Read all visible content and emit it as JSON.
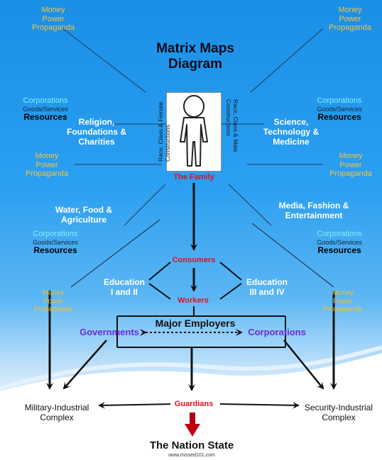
{
  "title": [
    "Matrix Maps",
    "Diagram"
  ],
  "mpp": {
    "line1": "Money",
    "line2": "Power",
    "line3": "Propaganda"
  },
  "cgr": {
    "corporations": "Corporations",
    "goods": "Goods/Services",
    "resources": "Resources"
  },
  "religion": [
    "Religion,",
    "Foundations &",
    "Charities"
  ],
  "science": [
    "Science,",
    "Technology &",
    "Medicine"
  ],
  "water": [
    "Water, Food &",
    "Agriculture"
  ],
  "media": [
    "Media, Fashion &",
    "Entertainment"
  ],
  "vertical_left": [
    "Race, Class & Female",
    "Constructions"
  ],
  "vertical_right": [
    "Race, Class & Male",
    "Constructions"
  ],
  "family": "The Family",
  "consumers": "Consumers",
  "education_left": [
    "Education",
    "I and II"
  ],
  "education_right": [
    "Education",
    "III and IV"
  ],
  "workers": "Workers",
  "major_employers": "Major Employers",
  "governments": "Governments",
  "corporations": "Corporations",
  "guardians": "Guardians",
  "military": [
    "Military-Industrial",
    "Complex"
  ],
  "security": [
    "Security-Industrial",
    "Complex"
  ],
  "nation_state": "The Nation State",
  "website": "www.missed101.com",
  "colors": {
    "bg_top": "#1a8fe6",
    "red": "#e1121f",
    "purple": "#6c2bd9",
    "gold": "#f6c341",
    "cyan": "#7ff1ff"
  }
}
